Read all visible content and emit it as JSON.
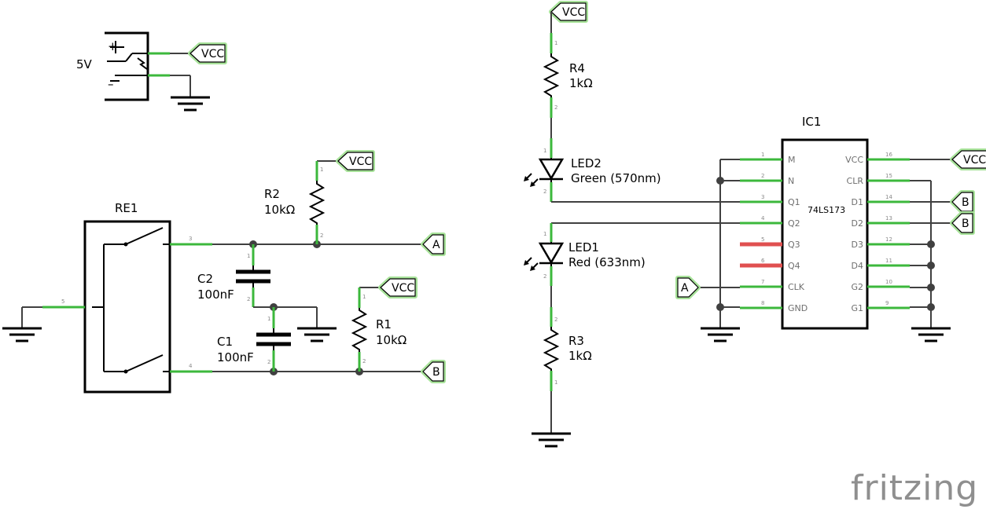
{
  "power": {
    "supply_label": "5V",
    "plus_sign": "+",
    "minus_sign": "–"
  },
  "nets": {
    "vcc": "VCC",
    "a": "A",
    "b": "B"
  },
  "relay": {
    "name": "RE1",
    "pins": {
      "p3": "3",
      "p4": "4",
      "p5": "5"
    }
  },
  "components": {
    "R1": {
      "name": "R1",
      "value": "10kΩ",
      "pin1": "1",
      "pin2": "2"
    },
    "R2": {
      "name": "R2",
      "value": "10kΩ",
      "pin1": "1",
      "pin2": "2"
    },
    "R3": {
      "name": "R3",
      "value": "1kΩ",
      "pin1": "1",
      "pin2": "2"
    },
    "R4": {
      "name": "R4",
      "value": "1kΩ",
      "pin1": "1",
      "pin2": "2"
    },
    "C1": {
      "name": "C1",
      "value": "100nF",
      "pin1": "1",
      "pin2": "2"
    },
    "C2": {
      "name": "C2",
      "value": "100nF",
      "pin1": "1",
      "pin2": "2"
    },
    "LED1": {
      "name": "LED1",
      "value": "Red (633nm)",
      "pin1": "1",
      "pin2": "2"
    },
    "LED2": {
      "name": "LED2",
      "value": "Green (570nm)",
      "pin1": "1",
      "pin2": "2"
    }
  },
  "ic1": {
    "name": "IC1",
    "part": "74LS173",
    "left_pins": [
      {
        "num": "1",
        "label": "M"
      },
      {
        "num": "2",
        "label": "N"
      },
      {
        "num": "3",
        "label": "Q1"
      },
      {
        "num": "4",
        "label": "Q2"
      },
      {
        "num": "5",
        "label": "Q3"
      },
      {
        "num": "6",
        "label": "Q4"
      },
      {
        "num": "7",
        "label": "CLK"
      },
      {
        "num": "8",
        "label": "GND"
      }
    ],
    "right_pins": [
      {
        "num": "16",
        "label": "VCC"
      },
      {
        "num": "15",
        "label": "CLR"
      },
      {
        "num": "14",
        "label": "D1"
      },
      {
        "num": "13",
        "label": "D2"
      },
      {
        "num": "12",
        "label": "D3"
      },
      {
        "num": "11",
        "label": "D4"
      },
      {
        "num": "10",
        "label": "G2"
      },
      {
        "num": "9",
        "label": "G1"
      }
    ]
  },
  "brand": {
    "logo": "fritzing"
  },
  "colors": {
    "wire": "#404040",
    "pin": "#3cb83c",
    "net_glow": "#a8e39a",
    "unconnected_pin": "#e05050"
  }
}
